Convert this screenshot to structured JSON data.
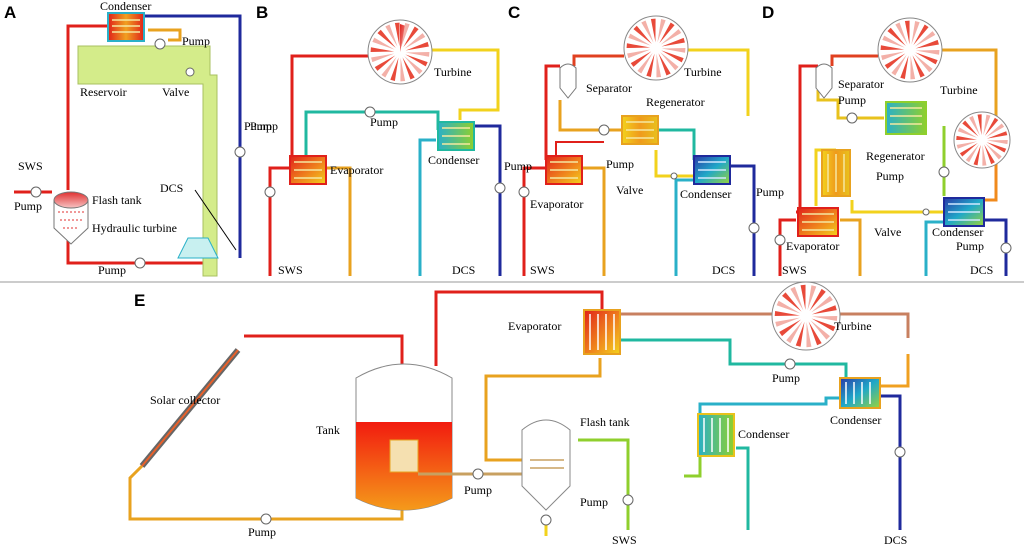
{
  "panels": {
    "a": {
      "letter": "A",
      "labels": {
        "condenser": "Condenser",
        "pump_top": "Pump",
        "reservoir": "Reservoir",
        "valve": "Valve",
        "dcs": "DCS",
        "sws": "SWS",
        "pump_left": "Pump",
        "flash_tank": "Flash tank",
        "hydraulic_turbine": "Hydraulic turbine",
        "pump_bottom": "Pump",
        "pump_right": "Pump"
      }
    },
    "b": {
      "letter": "B",
      "labels": {
        "turbine": "Turbine",
        "pump_left": "Pump",
        "evaporator": "Evaporator",
        "pump_mid": "Pump",
        "condenser": "Condenser",
        "sws": "SWS",
        "dcs": "DCS"
      }
    },
    "c": {
      "letter": "C",
      "labels": {
        "separator": "Separator",
        "turbine": "Turbine",
        "regenerator": "Regenerator",
        "pump_mid": "Pump",
        "evaporator": "Evaporator",
        "valve": "Valve",
        "condenser": "Condenser",
        "pump_right": "Pump",
        "sws": "SWS",
        "dcs": "DCS"
      }
    },
    "d": {
      "letter": "D",
      "labels": {
        "separator": "Separator",
        "pump_top": "Pump",
        "turbine": "Turbine",
        "regenerator": "Regenerator",
        "pump_mid": "Pump",
        "evaporator": "Evaporator",
        "valve": "Valve",
        "condenser": "Condenser",
        "pump_bottom": "Pump",
        "pump_left": "Pump",
        "sws": "SWS",
        "dcs": "DCS"
      }
    },
    "e": {
      "letter": "E",
      "labels": {
        "solar_collector": "Solar collector",
        "tank": "Tank",
        "pump_bottom": "Pump",
        "evaporator": "Evaporator",
        "turbine": "Turbine",
        "pump_right": "Pump",
        "condenser_right": "Condenser",
        "condenser_mid": "Condenser",
        "flash_tank": "Flash tank",
        "pump_mid": "Pump",
        "pump_flash": "Pump",
        "sws": "SWS",
        "dcs": "DCS"
      }
    }
  },
  "colors": {
    "hot": "#e0201b",
    "warm": "#e8a21f",
    "mid": "#8fcf2d",
    "cool": "#2ab0c8",
    "cold": "#1f2a9c",
    "reservoir": "#d4ec8a",
    "tank_liquid": "#f23a0f"
  }
}
